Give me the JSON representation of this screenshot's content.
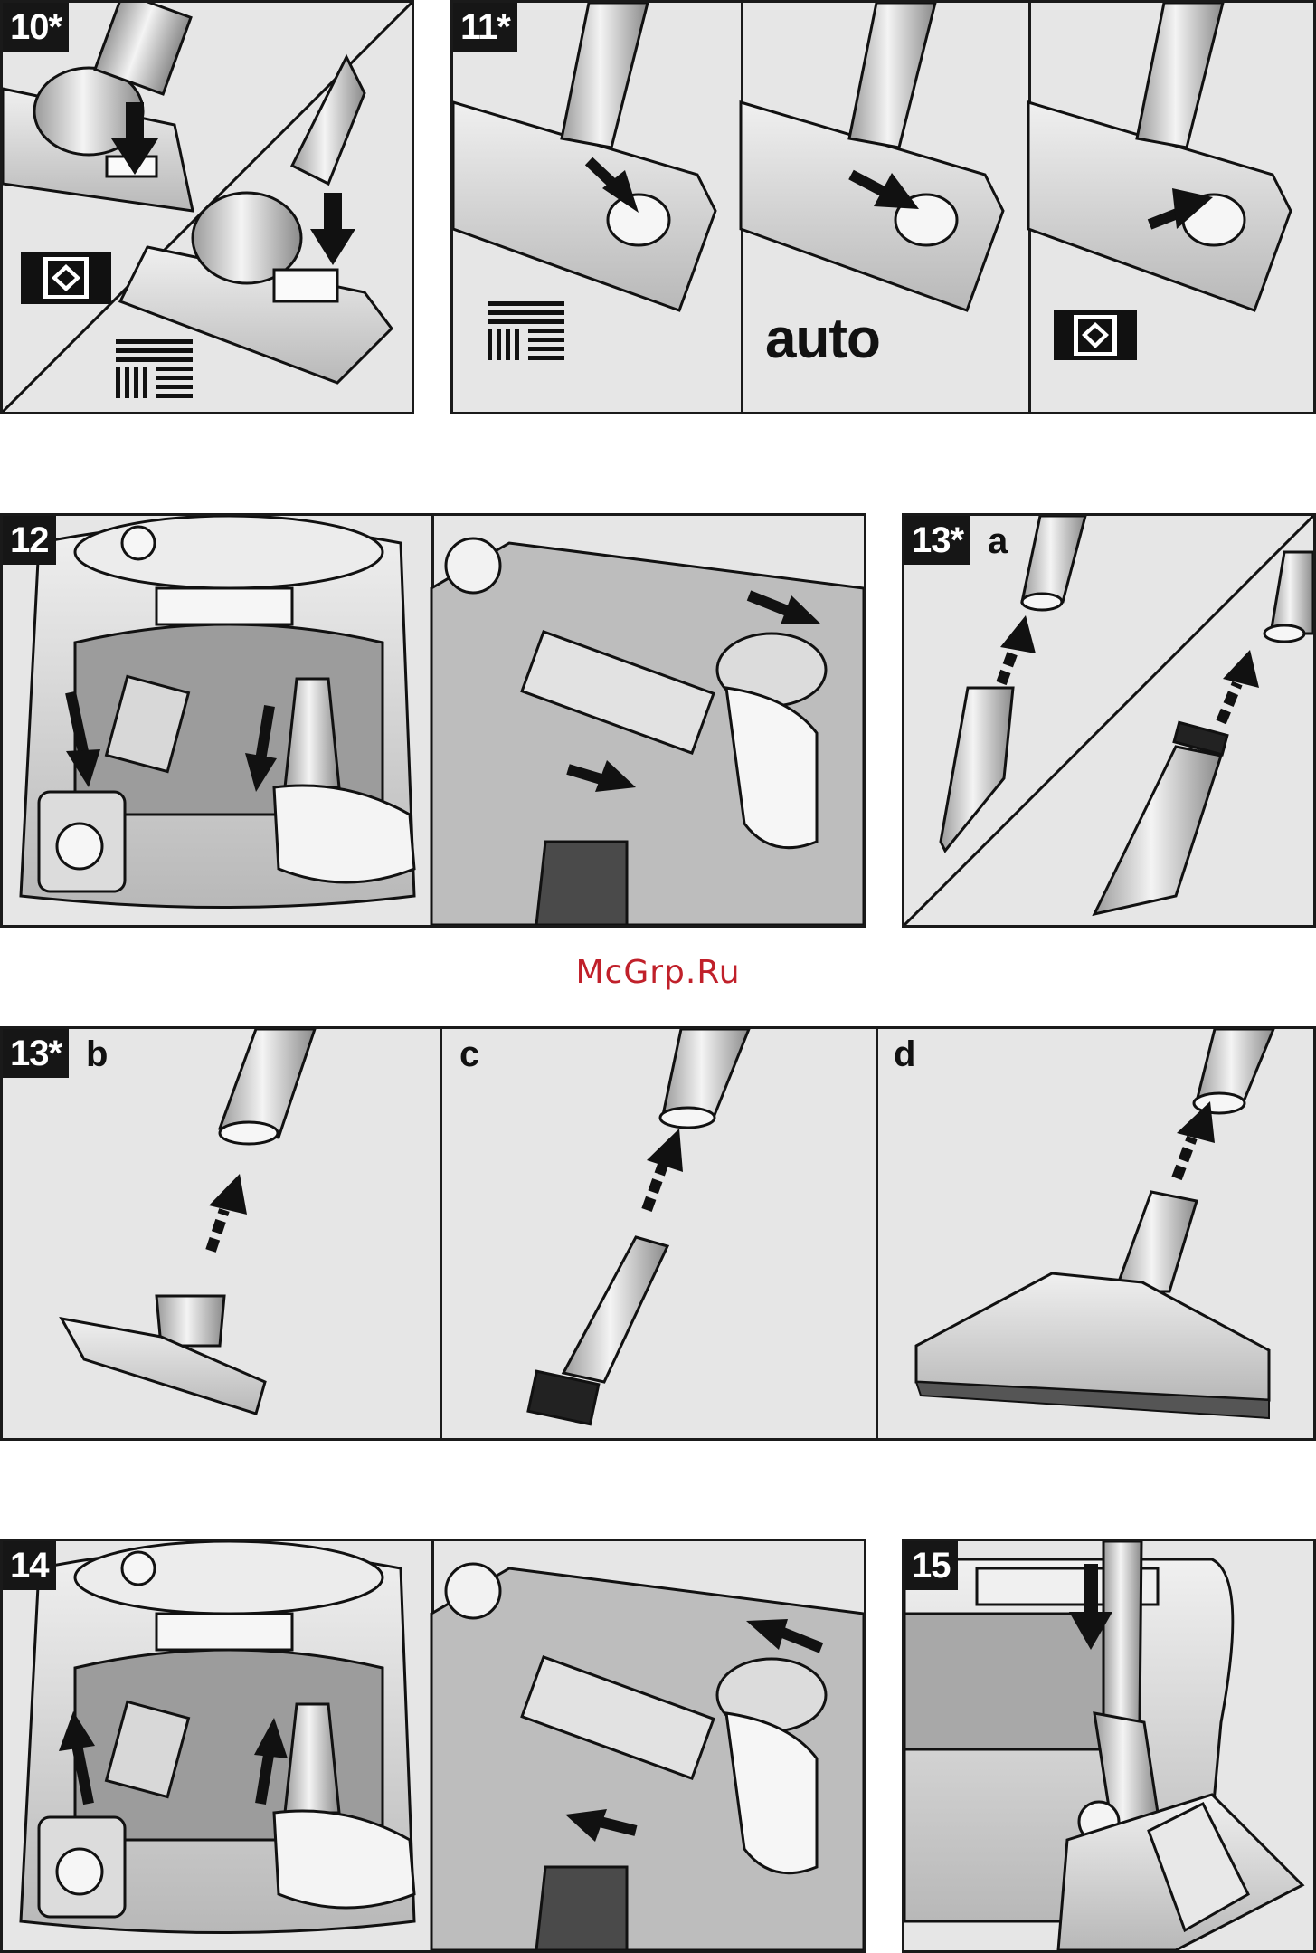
{
  "figures": {
    "fig10": {
      "label": "10*"
    },
    "fig11": {
      "label": "11*",
      "mode_auto": "auto"
    },
    "fig12": {
      "label": "12"
    },
    "fig13a": {
      "label": "13*",
      "sub": "a"
    },
    "fig13b": {
      "label": "13*",
      "sub": "b"
    },
    "fig13c": {
      "sub": "c"
    },
    "fig13d": {
      "sub": "d"
    },
    "fig14": {
      "label": "14"
    },
    "fig15": {
      "label": "15"
    }
  },
  "watermark": "McGrp.Ru",
  "icons": {
    "carpet_symbol": "carpet-mode-icon",
    "hard_floor_symbol": "hard-floor-mode-icon",
    "arrow": "direction-arrow-icon"
  },
  "colors": {
    "panel_bg": "#e6e6e6",
    "ink": "#161616",
    "watermark": "#c0202a"
  }
}
